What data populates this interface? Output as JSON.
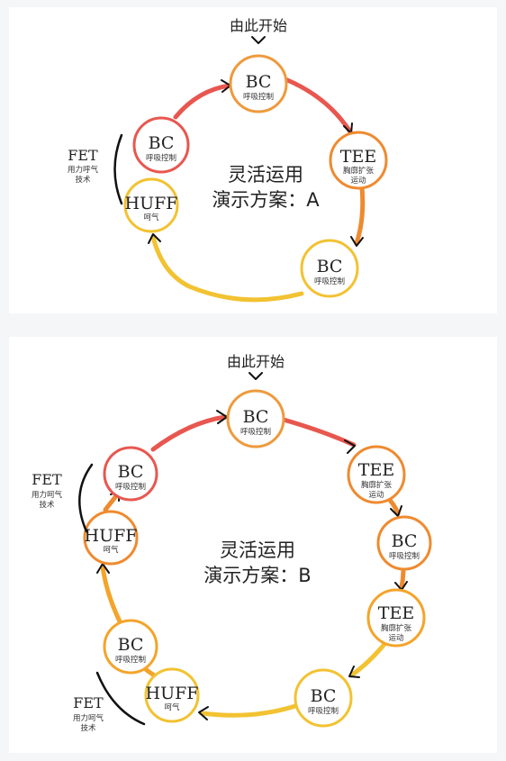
{
  "diagram_a": {
    "start_label": "由此开始",
    "center_line1": "灵活运用",
    "center_line2": "演示方案：A",
    "nodes": [
      {
        "title": "BC",
        "subtitle": "呼吸控制"
      },
      {
        "title": "TEE",
        "subtitle": "胸廓扩张",
        "subtitle2": "运动"
      },
      {
        "title": "BC",
        "subtitle": "呼吸控制"
      },
      {
        "title": "HUFF",
        "subtitle": "呵气"
      },
      {
        "title": "BC",
        "subtitle": "呼吸控制"
      }
    ],
    "fet_groups": [
      {
        "title": "FET",
        "subtitle": "用力呼气",
        "subtitle2": "技术"
      }
    ]
  },
  "diagram_b": {
    "start_label": "由此开始",
    "center_line1": "灵活运用",
    "center_line2": "演示方案：B",
    "nodes": [
      {
        "title": "BC",
        "subtitle": "呼吸控制"
      },
      {
        "title": "TEE",
        "subtitle": "胸廓扩张",
        "subtitle2": "运动"
      },
      {
        "title": "BC",
        "subtitle": "呼吸控制"
      },
      {
        "title": "TEE",
        "subtitle": "胸廓扩张",
        "subtitle2": "运动"
      },
      {
        "title": "BC",
        "subtitle": "呼吸控制"
      },
      {
        "title": "HUFF",
        "subtitle": "呵气"
      },
      {
        "title": "BC",
        "subtitle": "呼吸控制"
      },
      {
        "title": "HUFF",
        "subtitle": "呵气"
      },
      {
        "title": "BC",
        "subtitle": "呼吸控制"
      }
    ],
    "fet_groups": [
      {
        "title": "FET",
        "subtitle": "用力呵气",
        "subtitle2": "技术"
      },
      {
        "title": "FET",
        "subtitle": "用力呵气",
        "subtitle2": "技术"
      }
    ]
  },
  "colors": {
    "red": "#e8574f",
    "orange": "#ef8a2f",
    "amber": "#f4a42a",
    "yellow": "#f2c232",
    "node_fill": "#ffffff",
    "bracket": "#111111"
  }
}
